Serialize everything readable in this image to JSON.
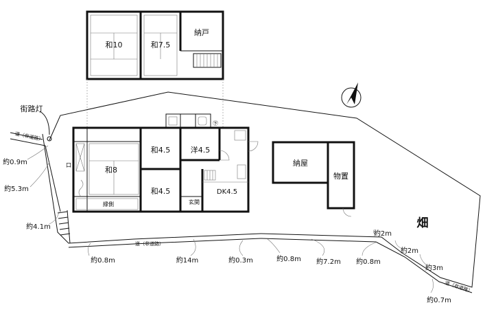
{
  "second_floor": {
    "rooms": {
      "washitsu_10": "和10",
      "washitsu_7_5": "和7.5",
      "nando": "納戸"
    }
  },
  "first_floor": {
    "rooms": {
      "washitsu_8": "和8",
      "washitsu_4_5_upper": "和4.5",
      "washitsu_4_5_lower": "和4.5",
      "youshitsu_4_5": "洋4.5",
      "dk_4_5": "DK4.5",
      "engawa": "縁側",
      "genkan": "玄関"
    },
    "small_marks": {
      "ro": "㊦",
      "window_box": "口"
    }
  },
  "outbuildings": {
    "naya": "納屋",
    "monooki": "物置"
  },
  "site": {
    "field": "畑",
    "streetlight": "街路灯",
    "road_left": "道（非道路）",
    "road_bottom": "道（非道路）",
    "road_right": "道（非道路）"
  },
  "dimensions": [
    "約0.9m",
    "約5.3m",
    "約4.1m",
    "約0.8m",
    "約14m",
    "約0.3m",
    "約0.8m",
    "約7.2m",
    "約0.8m",
    "約2m",
    "約2m",
    "約3m",
    "約0.7m"
  ],
  "icons": {
    "north_arrow": "north-arrow-icon"
  }
}
